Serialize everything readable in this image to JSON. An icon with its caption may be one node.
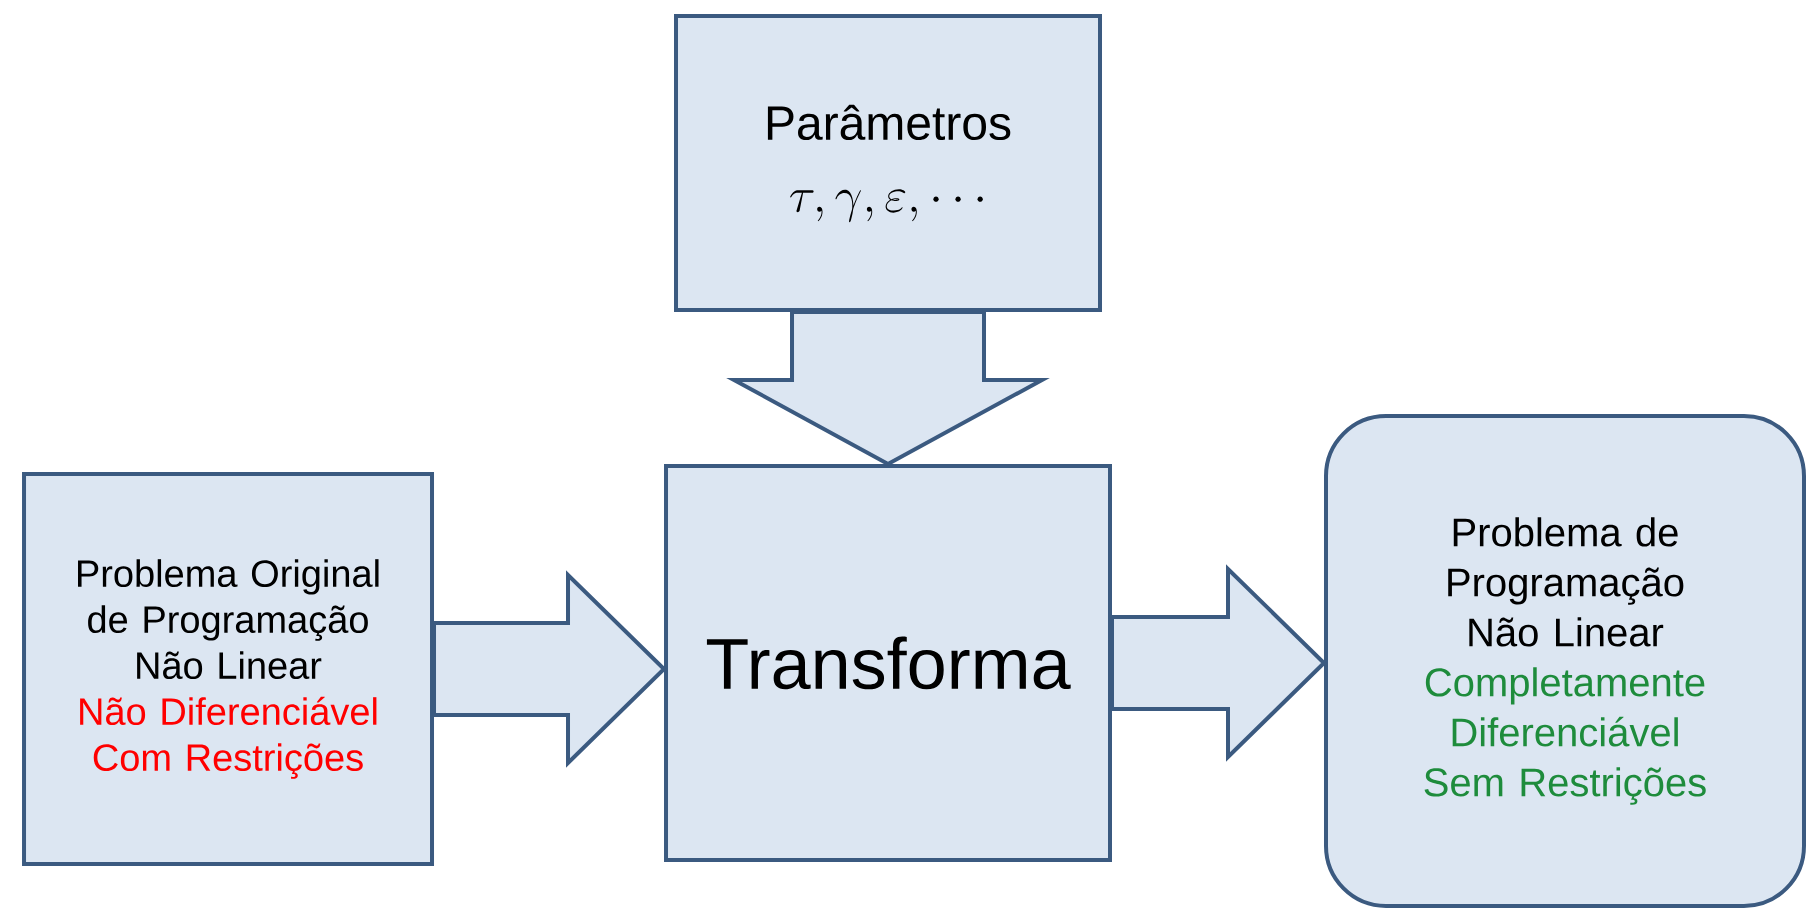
{
  "diagram": {
    "nodes": [
      {
        "text": [
          "Parâmetros",
          "\\tau, \\gamma, \\varepsilon, \\cdots"
        ]
      },
      {
        "text": [
          "Problema Original de Programação Não Linear",
          "Não Diferenciável Com Restrições"
        ]
      },
      {
        "text": [
          "Transforma"
        ]
      },
      {
        "text": [
          "Problema de Programação Não Linear",
          "Completamente Diferenciável Sem Restrições"
        ]
      }
    ],
    "edges": [
      {
        "from": 0,
        "to": 2,
        "arrow": "to"
      },
      {
        "from": 1,
        "to": 2,
        "arrow": "to"
      },
      {
        "from": 2,
        "to": 3,
        "arrow": "to"
      }
    ]
  }
}
